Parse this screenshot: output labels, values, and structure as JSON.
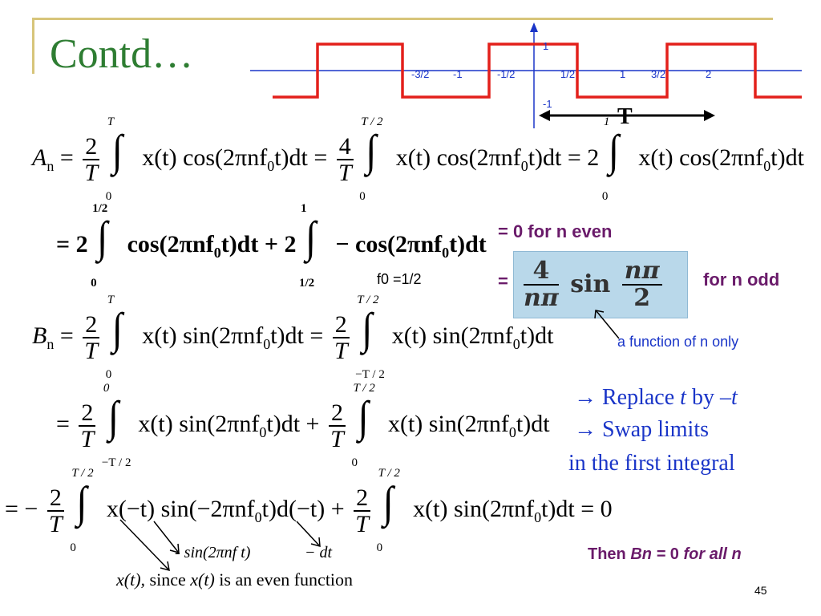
{
  "title": "Contd…",
  "plot": {
    "x_ticks": [
      "-3/2",
      "-1",
      "-1/2",
      "1/2",
      "1",
      "3/2",
      "2"
    ],
    "y_top": "1",
    "y_bottom": "-1",
    "period_label": "T",
    "colors": {
      "wave": "#e3201b",
      "axis": "#1a35c8"
    }
  },
  "eq1": {
    "A": "A",
    "n": "n",
    "eq": "=",
    "f1n": "2",
    "f1d": "T",
    "i1u": "T",
    "i1l": "0",
    "body1": "x(t) cos(2πnf",
    "sub0": "0",
    "tail1": "t)dt =",
    "f2n": "4",
    "f2d": "T",
    "i2u": "T / 2",
    "i2l": "0",
    "body2": "x(t) cos(2πnf",
    "tail2": "t)dt = 2",
    "i3u": "1",
    "i3l": "0",
    "body3": "x(t) cos(2πnf",
    "tail3": "t)dt"
  },
  "eq2": {
    "lead": "= 2",
    "i1u": "1/2",
    "i1l": "0",
    "body1": "cos(2πnf",
    "sub0": "0",
    "tail1": "t)dt + 2",
    "i2u": "1",
    "i2l": "1/2",
    "body2": "− cos(2πnf",
    "tail2": "t)dt"
  },
  "f0_note": "f0 =1/2",
  "even_note": "= 0 for n even",
  "odd_eq_sign": "=",
  "odd_box": {
    "f1n": "4",
    "f1d": "nπ",
    "sin": "sin",
    "f2n": "nπ",
    "f2d": "2"
  },
  "odd_note": "for n odd",
  "function_note": "a function of n only",
  "eq3": {
    "B": "B",
    "n": "n",
    "eq": "=",
    "f1n": "2",
    "f1d": "T",
    "i1u": "T",
    "i1l": "0",
    "body1": "x(t) sin(2πnf",
    "sub0": "0",
    "tail1": "t)dt =",
    "f2n": "2",
    "f2d": "T",
    "i2u": "T / 2",
    "i2l": "−T / 2",
    "body2": "x(t) sin(2πnf",
    "tail2": "t)dt"
  },
  "eq4": {
    "lead": "=",
    "f1n": "2",
    "f1d": "T",
    "i1u": "0",
    "i1l": "−T / 2",
    "body1": "x(t) sin(2πnf",
    "sub0": "0",
    "tail1": "t)dt +",
    "f2n": "2",
    "f2d": "T",
    "i2u": "T / 2",
    "i2l": "0",
    "body2": "x(t) sin(2πnf",
    "tail2": "t)dt"
  },
  "steps": {
    "arrow": "→",
    "line1a": "Replace ",
    "line1t": "t",
    "line1b": " by ",
    "line1c": "–t",
    "line2": "Swap limits",
    "line3": "in the first integral"
  },
  "eq5": {
    "lead": "= −",
    "f1n": "2",
    "f1d": "T",
    "i1u": "T / 2",
    "i1l": "0",
    "body1": "x(−t) sin(−2πnf",
    "sub0": "0",
    "tail1": "t)d(−t) +",
    "f2n": "2",
    "f2d": "T",
    "i2u": "T / 2",
    "i2l": "0",
    "body2": "x(t) sin(2πnf",
    "tail2": "t)dt = 0"
  },
  "ann_sin": "- sin(2πnf t)",
  "ann_dt": "− dt",
  "ann_even_a": "x(t),",
  "ann_even_b": " since ",
  "ann_even_c": "x(t)",
  "ann_even_d": " is an even function",
  "conclusion": {
    "a": "Then ",
    "b": "Bn = ",
    "c": "0",
    "d": " for all n"
  },
  "page_number": "45"
}
